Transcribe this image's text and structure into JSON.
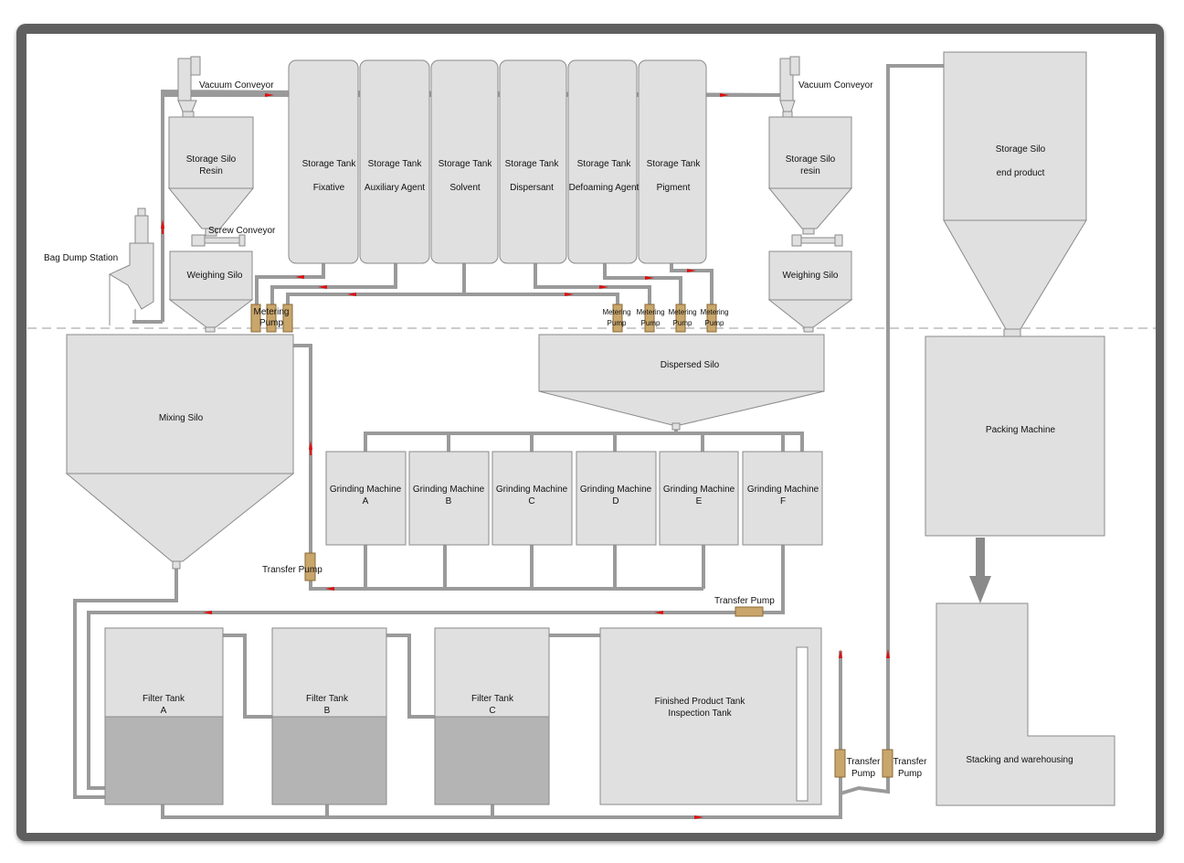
{
  "labels": {
    "vacuum_conveyor_left": "Vacuum Conveyor",
    "vacuum_conveyor_right": "Vacuum Conveyor",
    "storage_silo_resin_l1": "Storage Silo",
    "storage_silo_resin_l2": "Resin",
    "storage_silo_resin2_l1": "Storage Silo",
    "storage_silo_resin2_l2": "resin",
    "storage_silo_end_l1": "Storage Silo",
    "storage_silo_end_l2": "end product",
    "screw_conveyor": "Screw Conveyor",
    "bag_dump_station": "Bag Dump Station",
    "weighing_silo_left": "Weighing Silo",
    "weighing_silo_right": "Weighing Silo",
    "metering_pump_big_l1": "Metering",
    "metering_pump_big_l2": "Pump",
    "metering_pump_l1": "Metering",
    "metering_pump_l2": "Pump",
    "mixing_silo": "Mixing Silo",
    "dispersed_silo": "Dispersed Silo",
    "packing_machine": "Packing Machine",
    "stacking": "Stacking and warehousing",
    "transfer_pump": "Transfer Pump",
    "transfer_pump_l1": "Transfer",
    "transfer_pump_l2": "Pump",
    "finished_l1": "Finished Product Tank",
    "finished_l2": "Inspection Tank"
  },
  "storage_tanks": [
    {
      "title": "Storage Tank",
      "name": "Fixative"
    },
    {
      "title": "Storage Tank",
      "name": "Auxiliary Agent"
    },
    {
      "title": "Storage Tank",
      "name": "Solvent"
    },
    {
      "title": "Storage Tank",
      "name": "Dispersant"
    },
    {
      "title": "Storage Tank",
      "name": "Defoaming Agent"
    },
    {
      "title": "Storage Tank",
      "name": "Pigment"
    }
  ],
  "grinding_machines": [
    {
      "title": "Grinding Machine",
      "id": "A"
    },
    {
      "title": "Grinding Machine",
      "id": "B"
    },
    {
      "title": "Grinding Machine",
      "id": "C"
    },
    {
      "title": "Grinding Machine",
      "id": "D"
    },
    {
      "title": "Grinding Machine",
      "id": "E"
    },
    {
      "title": "Grinding Machine",
      "id": "F"
    }
  ],
  "filter_tanks": [
    {
      "title": "Filter Tank",
      "id": "A"
    },
    {
      "title": "Filter Tank",
      "id": "B"
    },
    {
      "title": "Filter Tank",
      "id": "C"
    }
  ],
  "colors": {
    "pipe": "#9a9a9a",
    "equipment": "#e0e0e0",
    "pump": "#c9a66b",
    "arrow": "#e01010"
  }
}
